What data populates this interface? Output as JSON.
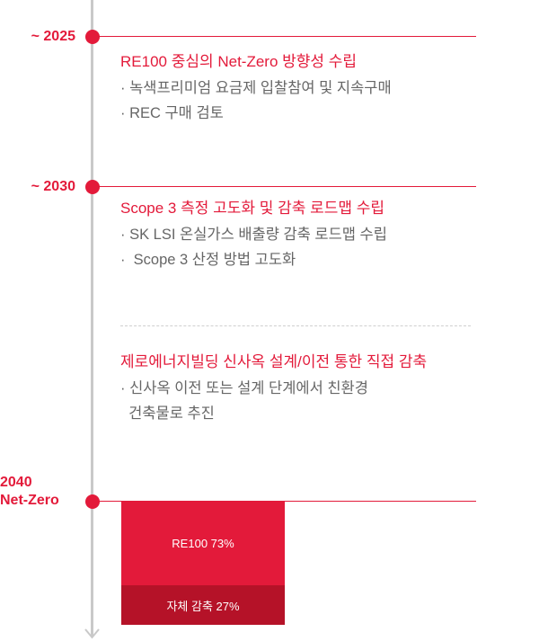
{
  "colors": {
    "accent": "#e31a3a",
    "accent_dark": "#b51228",
    "axis": "#c9c9c9",
    "body_text": "#666666"
  },
  "milestones": [
    {
      "label": "~ 2025",
      "title": "RE100 중심의 Net-Zero 방향성 수립",
      "items": [
        "· 녹색프리미엄 요금제 입찰참여 및 지속구매",
        "· REC 구매 검토"
      ]
    },
    {
      "label": "~ 2030",
      "title": "Scope 3 측정 고도화 및 감축 로드맵 수립",
      "items": [
        "· SK LSI 온실가스 배출량 감축 로드맵 수립",
        "·  Scope 3 산정 방법 고도화"
      ],
      "sub": {
        "title": "제로에너지빌딩 신사옥 설계/이전 통한 직접 감축",
        "items": [
          "· 신사옥 이전 또는 설계 단계에서 친환경",
          "  건축물로 추진"
        ]
      }
    },
    {
      "label_line1": "2040",
      "label_line2": "Net-Zero"
    }
  ],
  "chart_data": {
    "type": "bar",
    "title": "2040 Net-Zero",
    "stacked": true,
    "categories": [
      "2040 Net-Zero"
    ],
    "series": [
      {
        "name": "RE100",
        "values": [
          73
        ],
        "label": "RE100 73%"
      },
      {
        "name": "자체 감축",
        "values": [
          27
        ],
        "label": "자체 감축 27%"
      }
    ],
    "ylim": [
      0,
      100
    ]
  }
}
